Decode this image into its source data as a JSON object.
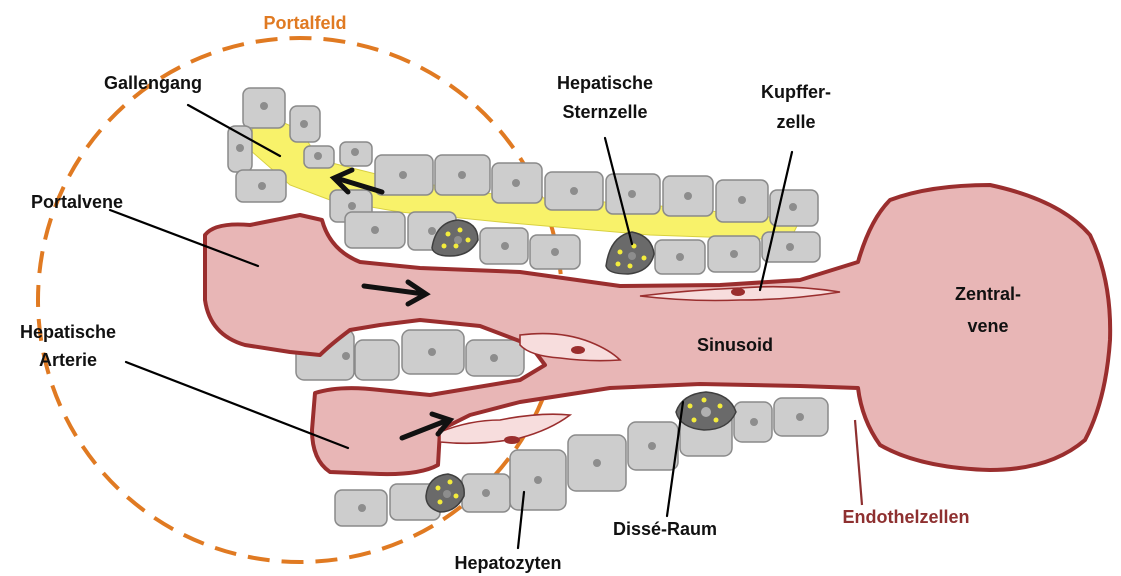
{
  "labels": {
    "portalfeld": "Portalfeld",
    "gallengang": "Gallengang",
    "hepatische_sternzelle_1": "Hepatische",
    "hepatische_sternzelle_2": "Sternzelle",
    "kupfferzelle_1": "Kupffer-",
    "kupfferzelle_2": "zelle",
    "portalvene": "Portalvene",
    "hepatische_arterie_1": "Hepatische",
    "hepatische_arterie_2": "Arterie",
    "sinusoid": "Sinusoid",
    "zentralvene_1": "Zentral-",
    "zentralvene_2": "vene",
    "disse_raum": "Dissé-Raum",
    "endothelzellen": "Endothelzellen",
    "hepatozyten": "Hepatozyten"
  },
  "colors": {
    "portalfeld_ring": "#e07a22",
    "endothel": "#9a2e2e",
    "blood": "#e8b6b6",
    "bile": "#f8f26a",
    "hepatocyte": "#cdcdcd"
  }
}
